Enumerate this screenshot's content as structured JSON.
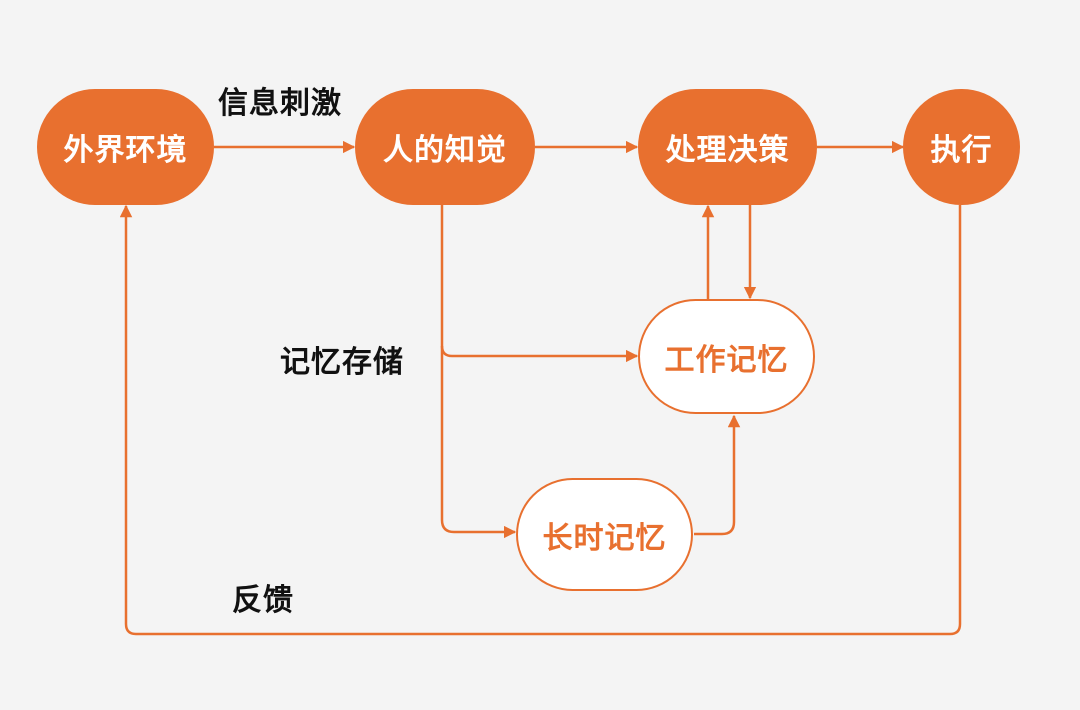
{
  "diagram": {
    "colors": {
      "accent": "#e8702f",
      "background": "#f4f4f4",
      "node_text_filled": "#ffffff",
      "label_text": "#111111"
    },
    "nodes": {
      "environment": "外界环境",
      "perception": "人的知觉",
      "decision": "处理决策",
      "execution": "执行",
      "working_memory": "工作记忆",
      "long_term_memory": "长时记忆"
    },
    "edge_labels": {
      "stimulus": "信息刺激",
      "memory_storage": "记忆存储",
      "feedback": "反馈"
    }
  }
}
